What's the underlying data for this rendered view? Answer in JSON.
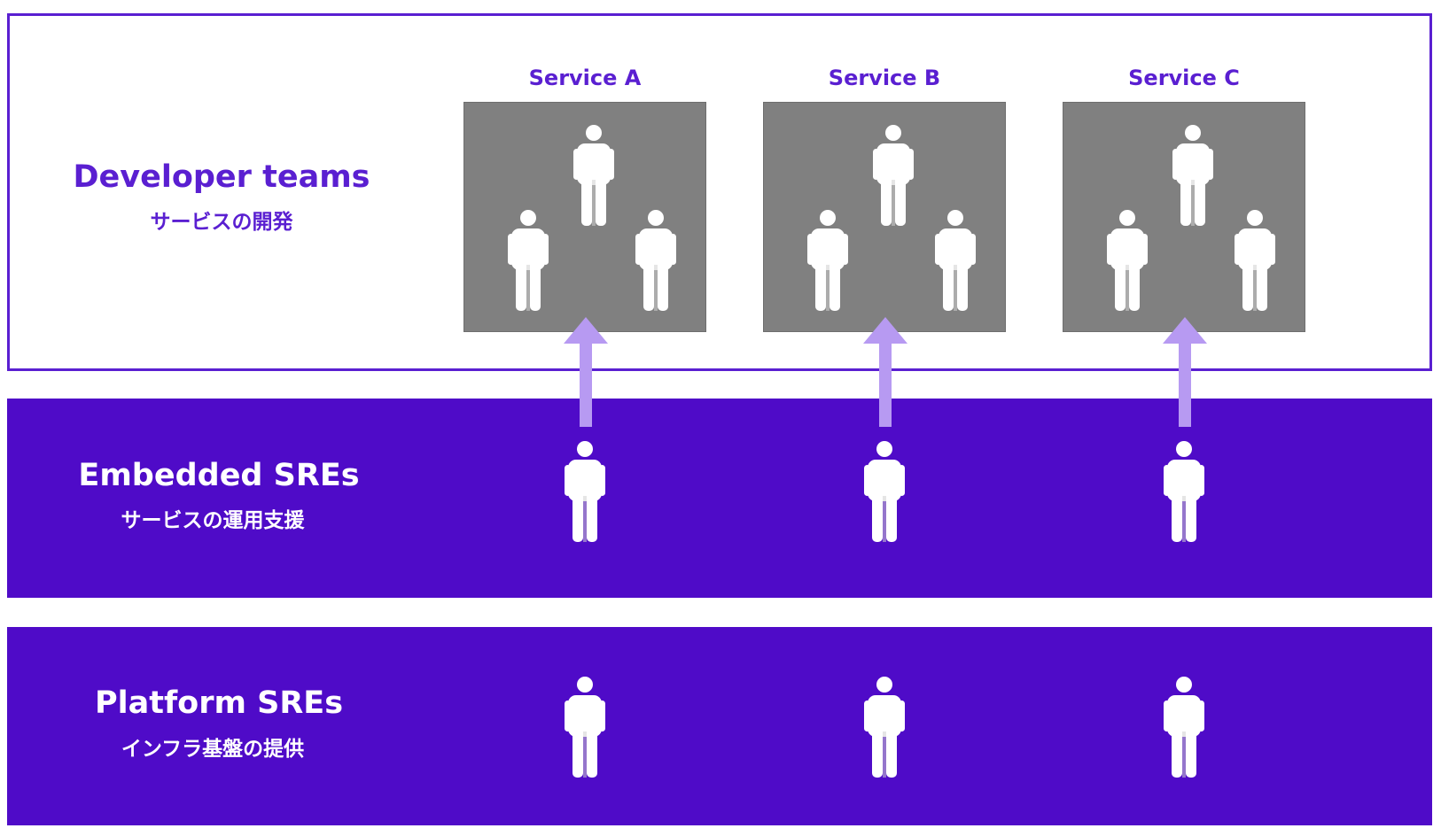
{
  "rows": {
    "developer": {
      "title": "Developer teams",
      "subtitle": "サービスの開発"
    },
    "embedded": {
      "title": "Embedded SREs",
      "subtitle": "サービスの運用支援"
    },
    "platform": {
      "title": "Platform SREs",
      "subtitle": "インフラ基盤の提供"
    }
  },
  "services": [
    {
      "label": "Service A"
    },
    {
      "label": "Service B"
    },
    {
      "label": "Service C"
    }
  ],
  "icons": {
    "person": "person-icon",
    "arrow": "arrow-up-icon"
  },
  "colors": {
    "accent": "#5a1fd1",
    "band": "#4f0bc8",
    "team_box": "#808080",
    "arrow": "#b79af2",
    "person": "#ffffff"
  }
}
